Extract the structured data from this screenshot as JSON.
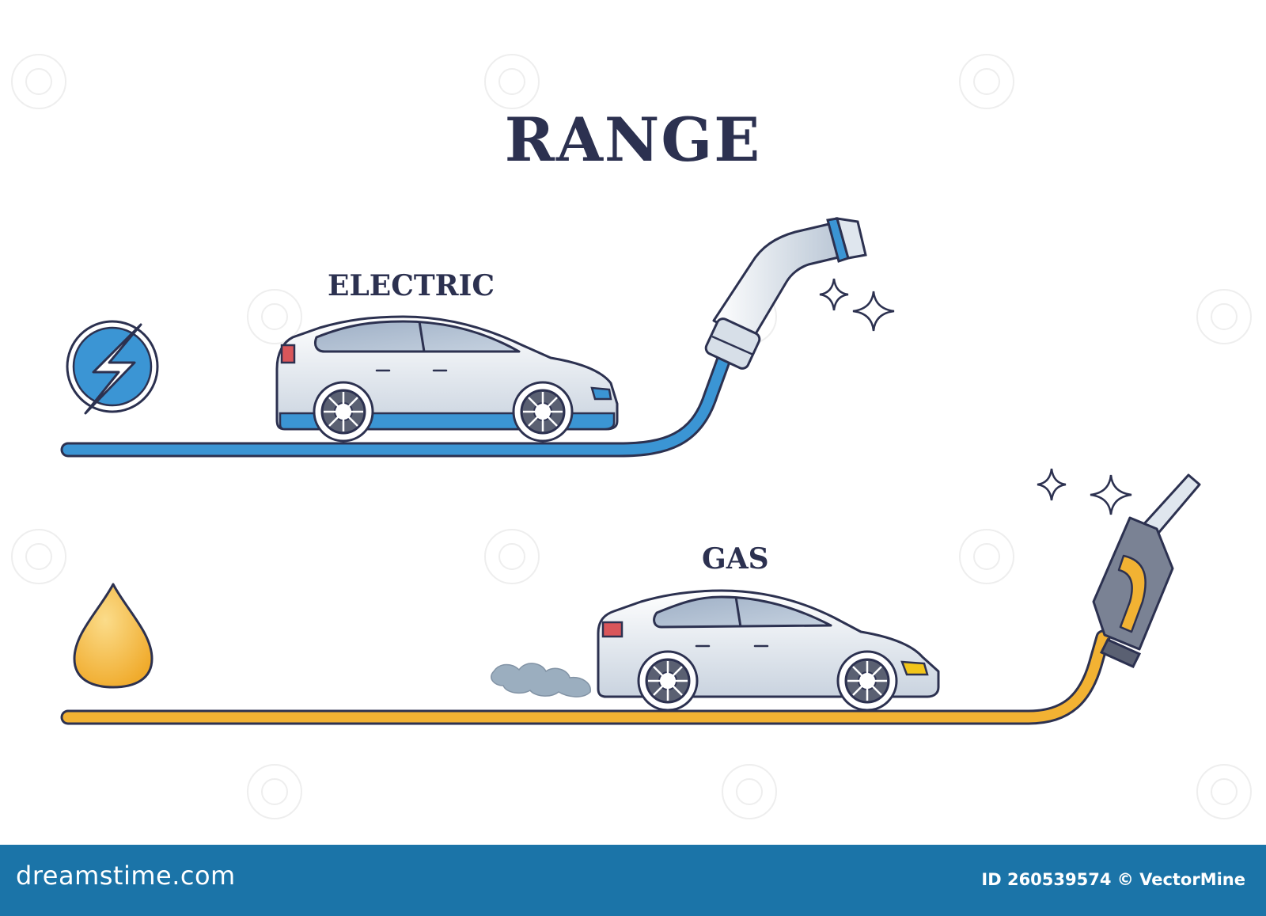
{
  "title": "RANGE",
  "rows": [
    {
      "label": "ELECTRIC",
      "icon": "lightning-bolt-icon",
      "accent": "#3b95d4"
    },
    {
      "label": "GAS",
      "icon": "fuel-drop-icon",
      "accent": "#f2b233"
    }
  ],
  "footer": {
    "brand": "dreamstime.com",
    "id_text": "ID 260539574 © VectorMine",
    "color": "#1b74a8"
  },
  "colors": {
    "outline": "#2c3150",
    "electric_blue": "#3b95d4",
    "gas_yellow": "#f2b233",
    "car_body": "#e9edf3"
  }
}
